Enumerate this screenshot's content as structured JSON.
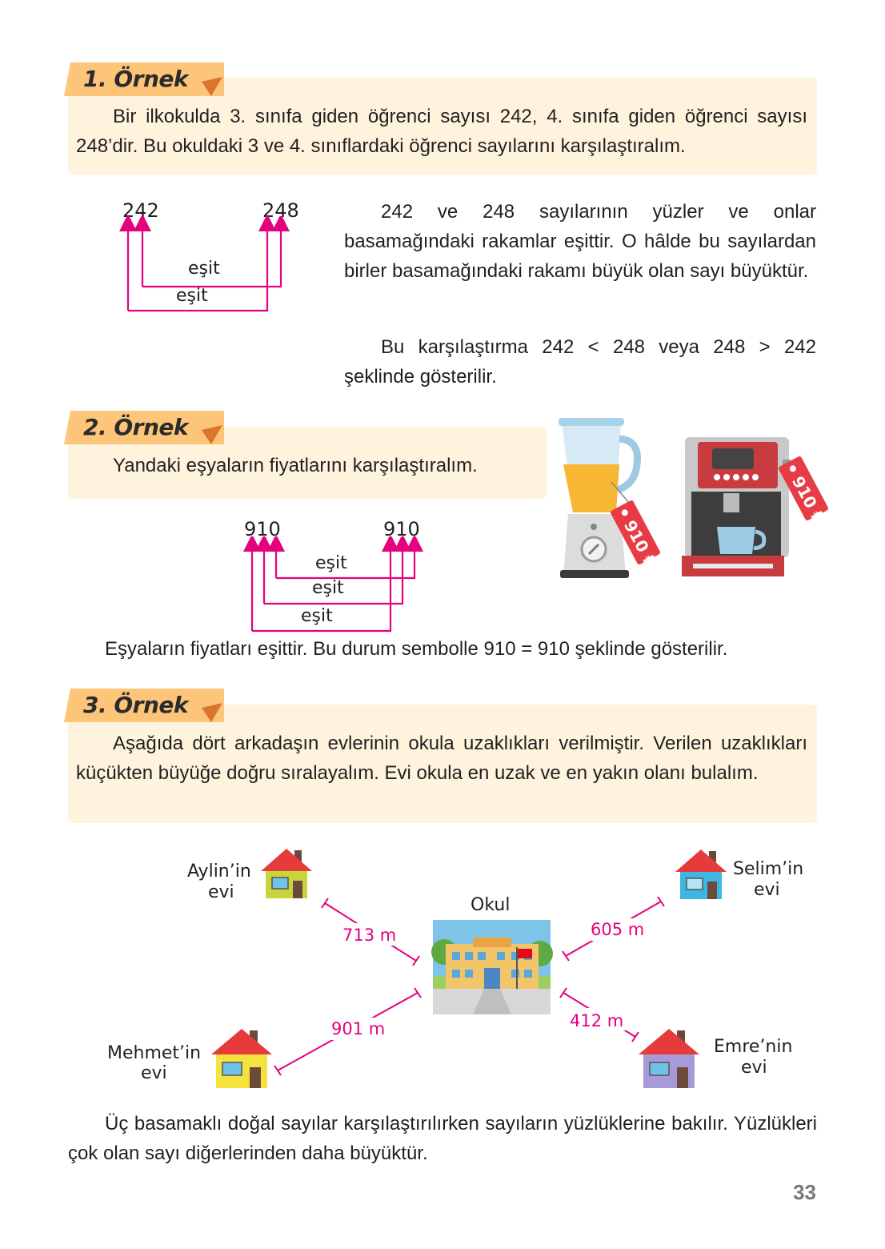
{
  "example1": {
    "tag": "1. Örnek",
    "text": "Bir ilkokulda 3. sınıfa giden öğrenci sayısı 242, 4. sınıfa giden öğrenci sayısı 248’dir. Bu okuldaki 3 ve 4. sınıflardaki öğrenci sayılarını karşılaştıralım.",
    "left_number": "242",
    "right_number": "248",
    "equal_labels": [
      "eşit",
      "eşit"
    ],
    "explanation": "242 ve 248 sayılarının yüzler ve onlar basamağındaki rakamlar eşittir. O hâlde bu sayılardan birler basamağındaki rakamı büyük olan sayı büyüktür.",
    "comparison": "Bu karşılaştırma 242 < 248 veya 248 > 242 şeklinde gösterilir."
  },
  "example2": {
    "tag": "2. Örnek",
    "text": "Yandaki eşyaların fiyatlarını karşılaştıralım.",
    "left_number": "910",
    "right_number": "910",
    "equal_labels": [
      "eşit",
      "eşit",
      "eşit"
    ],
    "price_tag_1": "910 ₺",
    "price_tag_2": "910 ₺",
    "conclusion": "Eşyaların fiyatları eşittir. Bu durum sembolle 910 = 910 şeklinde gösterilir."
  },
  "example3": {
    "tag": "3. Örnek",
    "text": "Aşağıda dört arkadaşın evlerinin okula uzaklıkları verilmiştir. Verilen uzaklıkları küçükten büyüğe doğru sıralayalım. Evi okula en uzak ve en yakın olanı bulalım.",
    "school_label": "Okul",
    "houses": {
      "aylin": {
        "line1": "Aylin’in",
        "line2": "evi",
        "distance": "713 m",
        "color": "#c9d43a"
      },
      "selim": {
        "line1": "Selim’in",
        "line2": "evi",
        "distance": "605 m",
        "color": "#3cb6e3"
      },
      "mehmet": {
        "line1": "Mehmet’in",
        "line2": "evi",
        "distance": "901 m",
        "color": "#f6e23e"
      },
      "emre": {
        "line1": "Emre’nin",
        "line2": "evi",
        "distance": "412 m",
        "color": "#a79ad6"
      }
    }
  },
  "rule": "Üç basamaklı doğal sayılar karşılaştırılırken sayıların yüzlüklerine bakılır. Yüzlükleri çok olan sayı diğerlerinden daha büyüktür.",
  "page_number": "33",
  "colors": {
    "tag_fill": "#fcc579",
    "tag_fold": "#d9762b",
    "box": "#fef3dd",
    "accent": "#e5007e"
  }
}
